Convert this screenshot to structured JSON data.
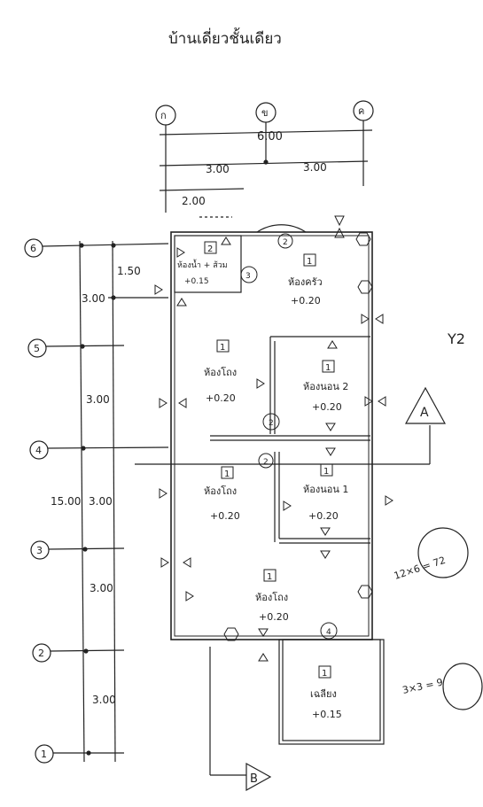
{
  "title": "บ้านเดี่ยวชั้นเดียว",
  "grid_x": [
    "ก",
    "ข",
    "ค"
  ],
  "grid_y": [
    "6",
    "5",
    "4",
    "3",
    "2",
    "1"
  ],
  "dims_top": {
    "total": "6.00",
    "half_left": "3.00",
    "half_right": "3.00",
    "sub": "2.00"
  },
  "dims_left": {
    "total": "15.00",
    "segments": [
      "1.50",
      "3.00",
      "3.00",
      "3.00",
      "3.00",
      "3.00"
    ]
  },
  "rooms": [
    {
      "num": "2",
      "name": "ห้องน้ำ + ส้วม",
      "level": "+0.15",
      "tag": "3"
    },
    {
      "num": "1",
      "name": "ห้องครัว",
      "level": "+0.20"
    },
    {
      "num": "1",
      "name": "ห้องโถง",
      "level": "+0.20"
    },
    {
      "num": "1",
      "name": "ห้องนอน 2",
      "level": "+0.20"
    },
    {
      "num": "1",
      "name": "ห้องโถง",
      "level": "+0.20"
    },
    {
      "num": "1",
      "name": "ห้องนอน 1",
      "level": "+0.20"
    },
    {
      "num": "1",
      "name": "ห้องโถง",
      "level": "+0.20"
    },
    {
      "num": "1",
      "name": "เฉลียง",
      "level": "+0.15"
    }
  ],
  "door_tags": [
    "2",
    "2",
    "2",
    "4"
  ],
  "sections": [
    "A",
    "B"
  ],
  "notes": [
    "Y2",
    "12×6 = 72",
    "3×3 = 9"
  ]
}
